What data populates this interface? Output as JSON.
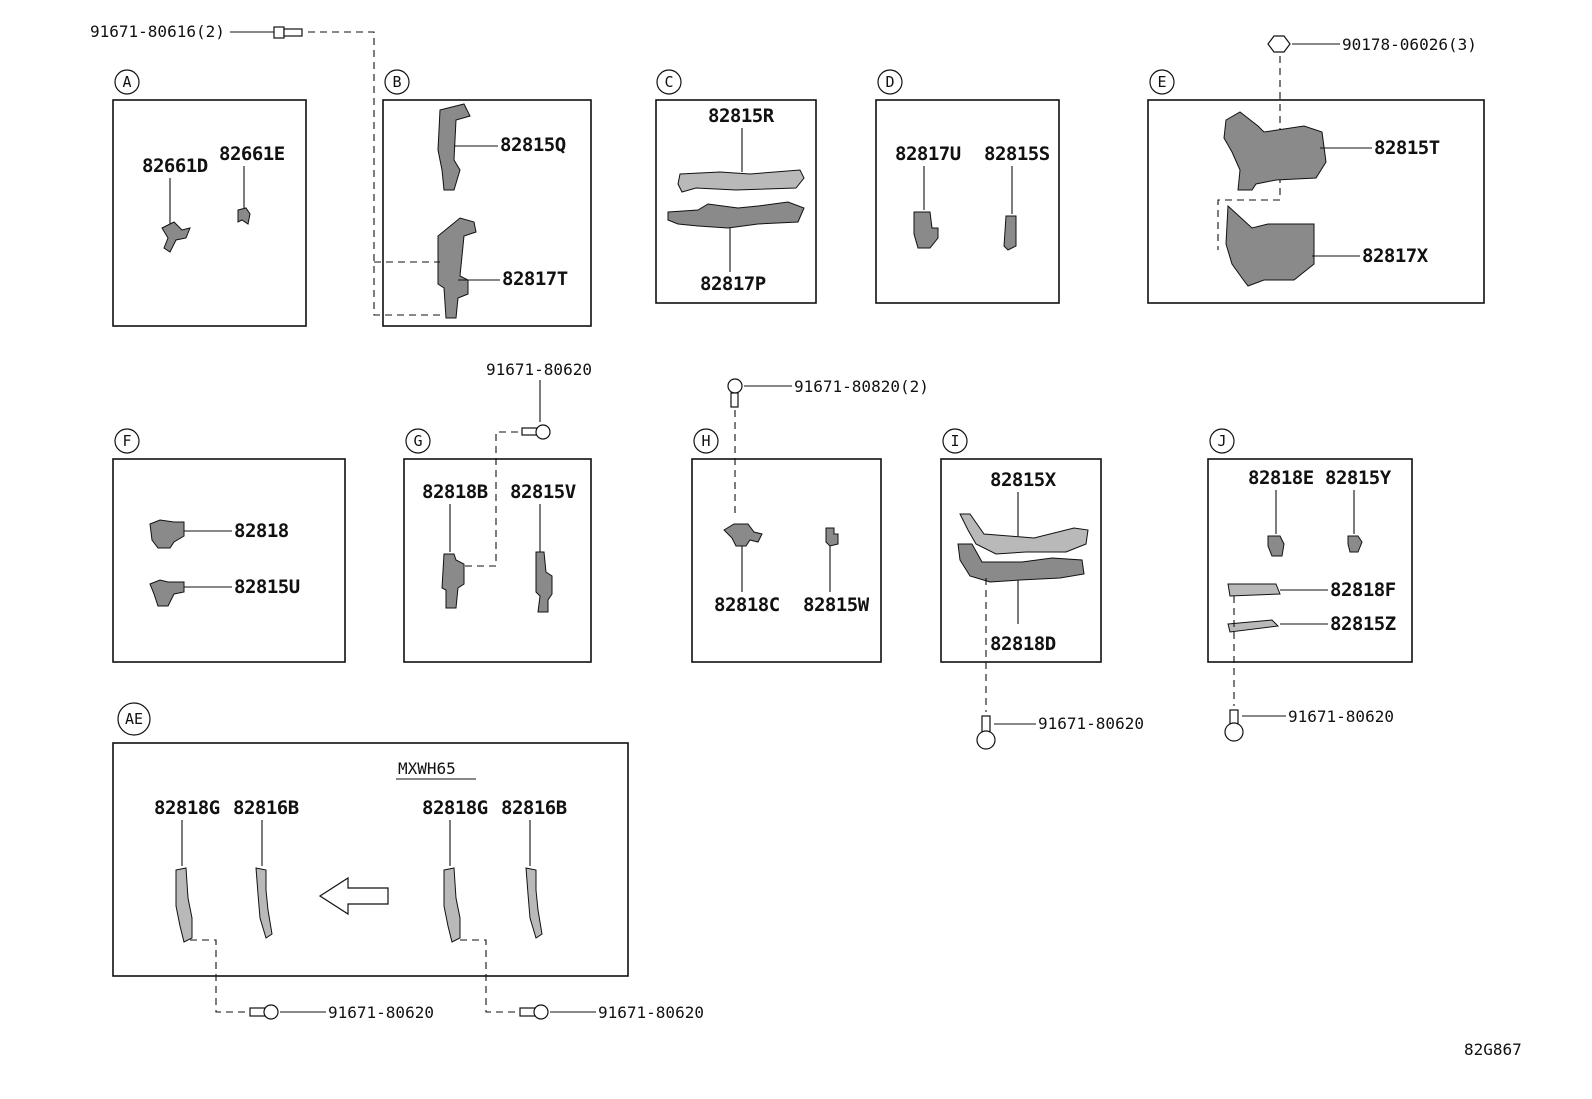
{
  "sections": {
    "A": {
      "label": "A",
      "parts": [
        "82661D",
        "82661E"
      ]
    },
    "B": {
      "label": "B",
      "parts": [
        "82815Q",
        "82817T"
      ]
    },
    "C": {
      "label": "C",
      "parts": [
        "82815R",
        "82817P"
      ]
    },
    "D": {
      "label": "D",
      "parts": [
        "82817U",
        "82815S"
      ]
    },
    "E": {
      "label": "E",
      "parts": [
        "82815T",
        "82817X"
      ]
    },
    "F": {
      "label": "F",
      "parts": [
        "82818",
        "82815U"
      ]
    },
    "G": {
      "label": "G",
      "parts": [
        "82818B",
        "82815V"
      ]
    },
    "H": {
      "label": "H",
      "parts": [
        "82818C",
        "82815W"
      ]
    },
    "I": {
      "label": "I",
      "parts": [
        "82815X",
        "82818D"
      ]
    },
    "J": {
      "label": "J",
      "parts": [
        "82818E",
        "82815Y",
        "82818F",
        "82815Z"
      ]
    },
    "AE": {
      "label": "AE",
      "variant": "MXWH65",
      "parts": [
        "82818G",
        "82816B",
        "82818G",
        "82816B"
      ]
    }
  },
  "fasteners": {
    "b_bolt": "91671-80616(2)",
    "e_nut": "90178-06026(3)",
    "g_bolt": "91671-80620",
    "h_bolt": "91671-80820(2)",
    "i_bolt": "91671-80620",
    "j_bolt": "91671-80620",
    "ae_bolt_left": "91671-80620",
    "ae_bolt_right": "91671-80620"
  },
  "diagram_code": "82G867"
}
